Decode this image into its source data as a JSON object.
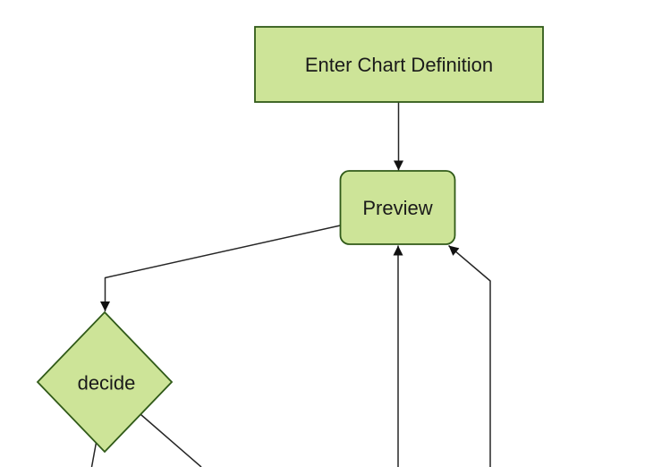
{
  "diagram": {
    "type": "flowchart",
    "orientation": "top-down",
    "nodes": [
      {
        "id": "A",
        "label": "Enter Chart Definition",
        "shape": "rectangle"
      },
      {
        "id": "B",
        "label": "Preview",
        "shape": "rounded-rectangle"
      },
      {
        "id": "C",
        "label": "decide",
        "shape": "diamond"
      }
    ],
    "edges": [
      {
        "from": "Enter Chart Definition",
        "to": "Preview",
        "arrow": "filled-triangle",
        "visibility": "fully-visible"
      },
      {
        "from": "Preview",
        "to": "decide",
        "arrow": "filled-triangle",
        "visibility": "fully-visible"
      },
      {
        "from": "offscreen-bottom-center",
        "to": "Preview",
        "arrow": "filled-triangle",
        "visibility": "source-cut-off-at-bottom"
      },
      {
        "from": "offscreen-bottom-right",
        "to": "Preview",
        "arrow": "filled-triangle",
        "visibility": "source-cut-off-at-bottom"
      },
      {
        "from": "decide",
        "to": "offscreen-bottom-left",
        "arrow": "not-visible",
        "visibility": "target-cut-off-at-bottom"
      },
      {
        "from": "decide",
        "to": "offscreen-bottom-right",
        "arrow": "not-visible",
        "visibility": "target-cut-off-at-bottom"
      }
    ]
  },
  "colors": {
    "canvas_bg": "#ffffff",
    "node_fill": "#cde498",
    "node_stroke": "#305a18",
    "edge_color": "#262626",
    "arrow_color": "#111111",
    "text_color": "#1a1a1a"
  }
}
